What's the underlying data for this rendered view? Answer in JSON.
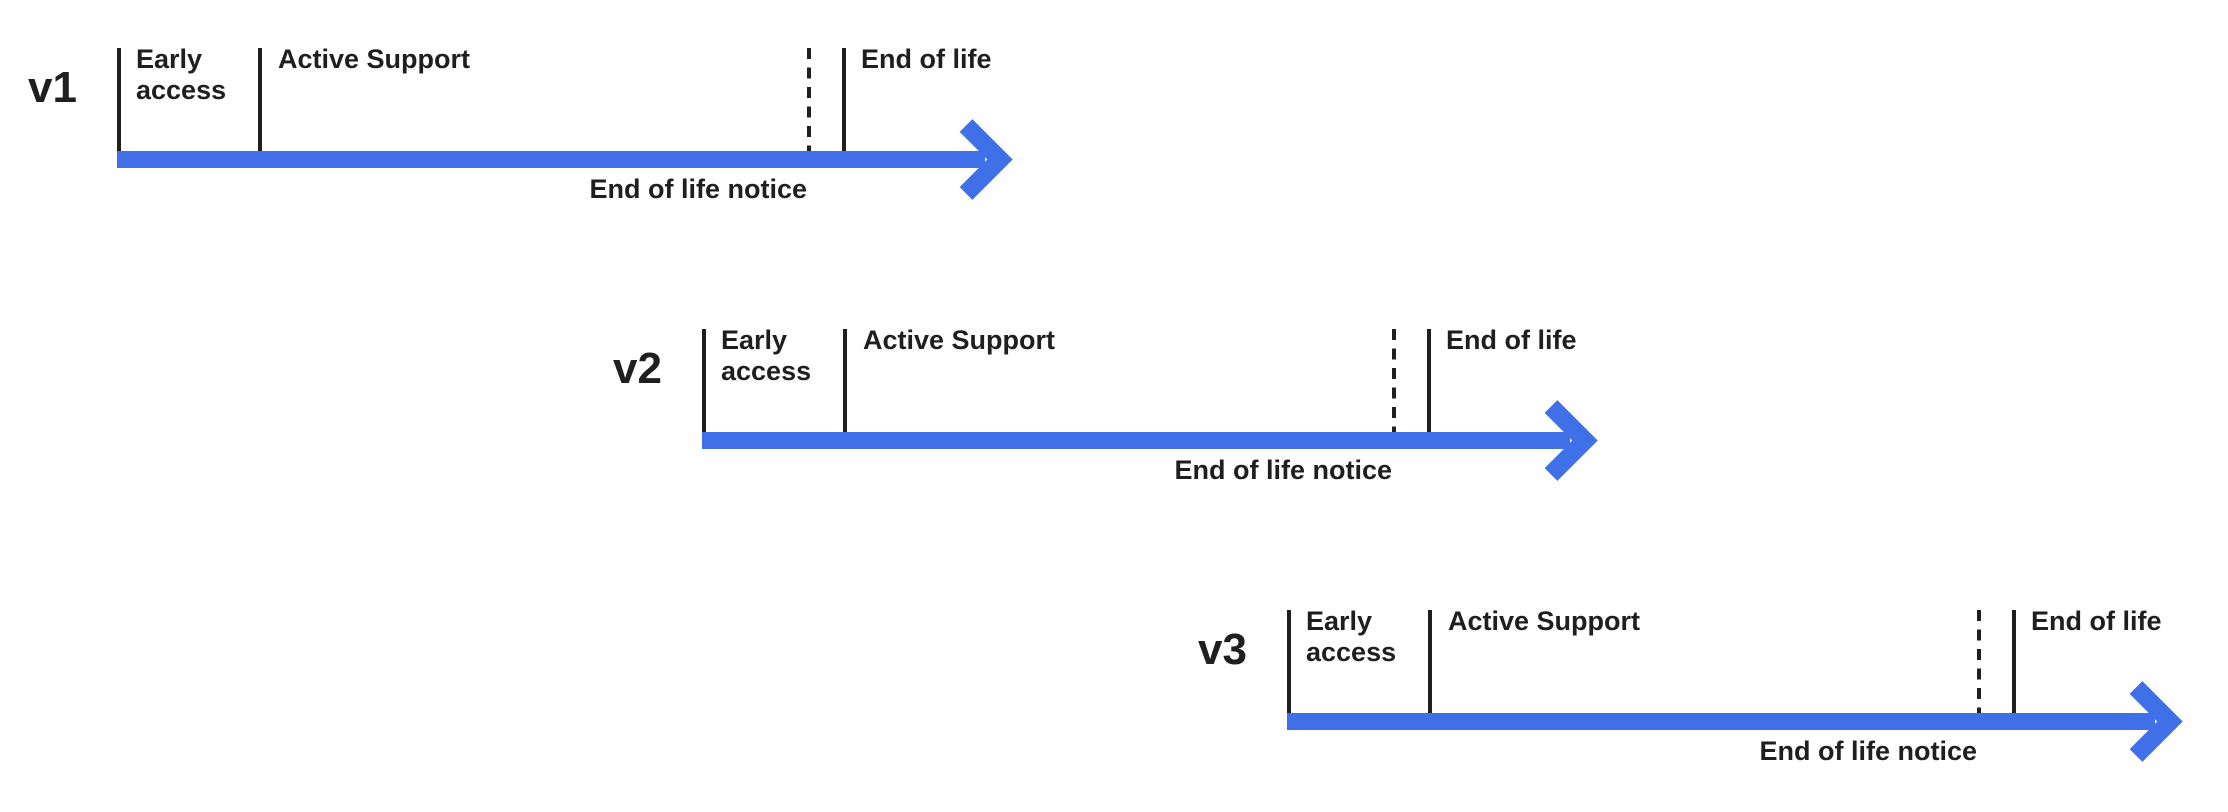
{
  "page": {
    "background": "#ffffff"
  },
  "colors": {
    "arrow_blue": "#3F70E8",
    "line_dark": "#1f1f1f",
    "text_dark": "#1f1f1f"
  },
  "timelines": [
    {
      "version": "v1",
      "early_access_label": "Early access",
      "active_support_label": "Active Support",
      "end_of_life_label": "End of life",
      "end_of_life_notice_label": "End of life notice"
    },
    {
      "version": "v2",
      "early_access_label": "Early access",
      "active_support_label": "Active Support",
      "end_of_life_label": "End of life",
      "end_of_life_notice_label": "End of life notice"
    },
    {
      "version": "v3",
      "early_access_label": "Early access",
      "active_support_label": "Active Support",
      "end_of_life_label": "End of life",
      "end_of_life_notice_label": "End of life notice"
    }
  ]
}
